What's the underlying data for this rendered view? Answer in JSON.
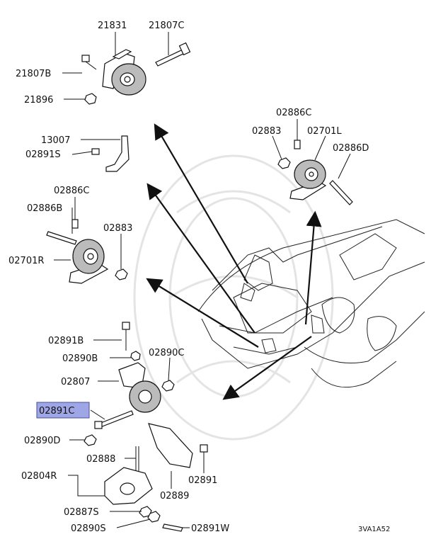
{
  "accent_color": "#9fa6e6",
  "labels": {
    "l21831": "21831",
    "l21807C": "21807C",
    "l21807B": "21807B",
    "l21896": "21896",
    "l13007": "13007",
    "l02891S": "02891S",
    "l02886C_left": "02886C",
    "l02886B": "02886B",
    "l02883_left": "02883",
    "l02701R": "02701R",
    "l02886C_right": "02886C",
    "l02883_right": "02883",
    "l02701L": "02701L",
    "l02886D": "02886D",
    "l02891B": "02891B",
    "l02890B": "02890B",
    "l02890C": "02890C",
    "l02807": "02807",
    "l02891C": "02891C",
    "l02890D": "02890D",
    "l02888": "02888",
    "l02804R": "02804R",
    "l02891": "02891",
    "l02889": "02889",
    "l02887S": "02887S",
    "l02890S": "02890S",
    "l02891W": "02891W",
    "diagram_code": "3VA1A52"
  }
}
